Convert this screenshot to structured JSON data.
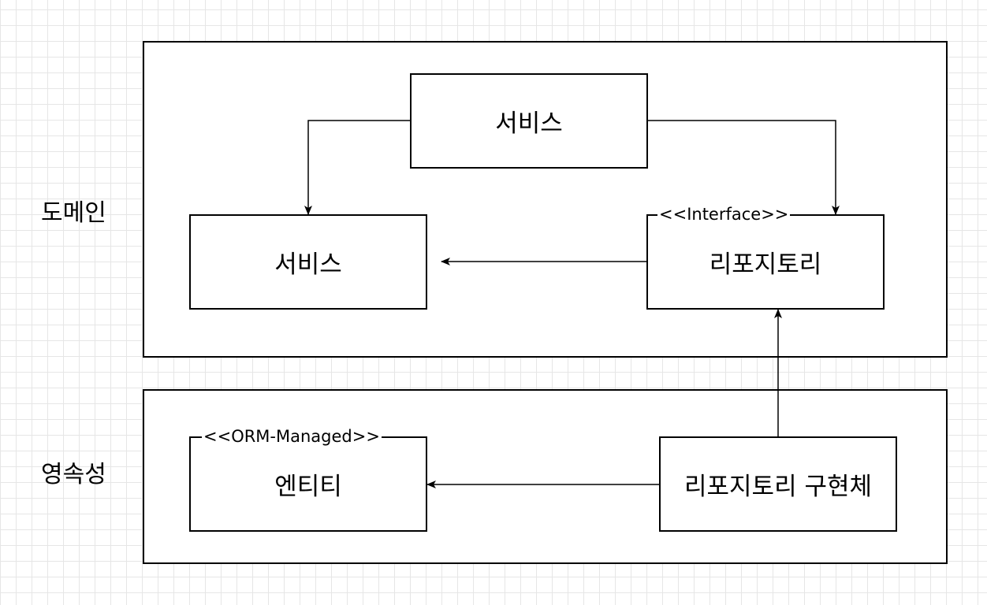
{
  "layers": {
    "domain": {
      "label": "도메인"
    },
    "persistence": {
      "label": "영속성"
    }
  },
  "nodes": {
    "service_top": {
      "label": "서비스"
    },
    "service_left": {
      "label": "서비스"
    },
    "repository": {
      "label": "리포지토리",
      "stereotype": "<<Interface>>"
    },
    "entity": {
      "label": "엔티티",
      "stereotype": "<<ORM-Managed>>"
    },
    "repository_impl": {
      "label": "리포지토리 구현체"
    }
  },
  "edges": [
    {
      "from": "서비스",
      "to": "서비스",
      "style": "solid-arrow"
    },
    {
      "from": "서비스",
      "to": "리포지토리",
      "style": "solid-arrow"
    },
    {
      "from": "리포지토리",
      "to": "서비스",
      "style": "solid-arrow"
    },
    {
      "from": "리포지토리 구현체",
      "to": "리포지토리",
      "style": "solid-arrow"
    },
    {
      "from": "리포지토리 구현체",
      "to": "엔티티",
      "style": "solid-arrow"
    }
  ],
  "colors": {
    "stroke": "#000000",
    "background": "#ffffff",
    "grid": "#e6e6e6"
  }
}
